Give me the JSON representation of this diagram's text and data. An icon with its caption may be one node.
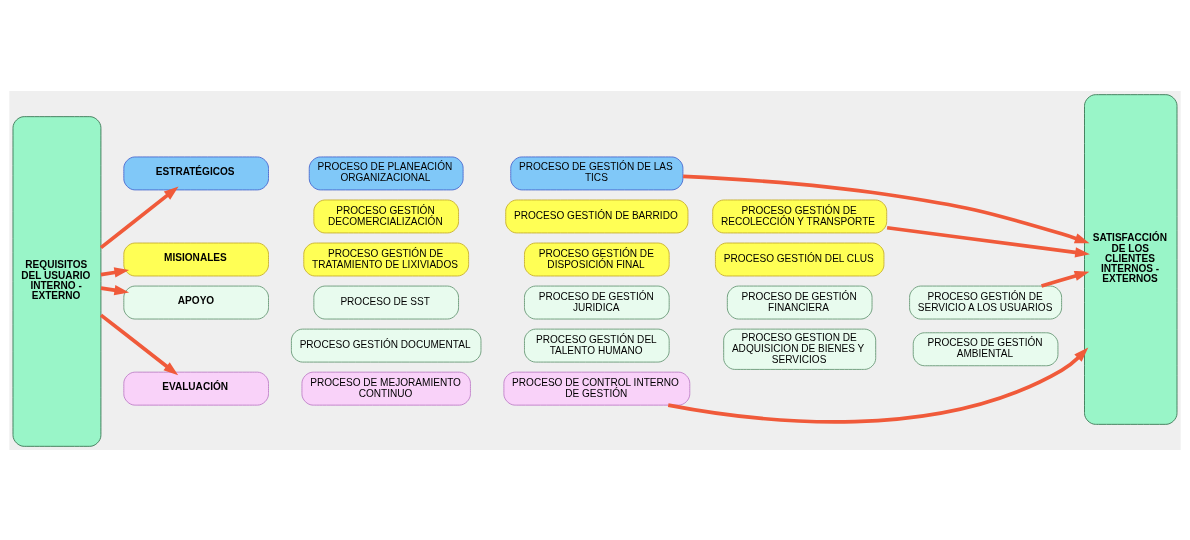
{
  "diagram": {
    "nodes": [
      {
        "text": [
          "REQUISITOS DEL USUARIO INTERNO - EXTERNO"
        ]
      },
      {
        "text": [
          "ESTRATÉGICOS"
        ]
      },
      {
        "text": [
          "PROCESO DE PLANEACIÓN ORGANIZACIONAL"
        ]
      },
      {
        "text": [
          "PROCESO DE GESTIÓN DE LAS TICS"
        ]
      },
      {
        "text": [
          "MISIONALES"
        ]
      },
      {
        "text": [
          "PROCESO GESTIÓN DECOMERCIALIZACIÓN"
        ]
      },
      {
        "text": [
          "PROCESO GESTIÓN DE BARRIDO"
        ]
      },
      {
        "text": [
          "PROCESO GESTIÓN DE RECOLECCIÓN Y TRANSPORTE"
        ]
      },
      {
        "text": [
          "PROCESO GESTIÓN DE TRATAMIENTO DE LIXIVIADOS"
        ]
      },
      {
        "text": [
          "PROCESO GESTIÓN DE DISPOSICIÓN FINAL"
        ]
      },
      {
        "text": [
          "PROCESO GESTIÓN DEL CLUS"
        ]
      },
      {
        "text": [
          "APOYO"
        ]
      },
      {
        "text": [
          "PROCESO DE SST"
        ]
      },
      {
        "text": [
          "PROCESO DE GESTIÓN JURIDICA"
        ]
      },
      {
        "text": [
          "PROCESO DE GESTIÓN FINANCIERA"
        ]
      },
      {
        "text": [
          "PROCESO GESTIÓN DE SERVICIO A LOS USUARIOS"
        ]
      },
      {
        "text": [
          "PROCESO GESTIÓN DOCUMENTAL"
        ]
      },
      {
        "text": [
          "PROCESO GESTIÓN DEL TALENTO HUMANO"
        ]
      },
      {
        "text": [
          "PROCESO GESTION DE ADQUISICION DE BIENES Y SERVICIOS"
        ]
      },
      {
        "text": [
          "PROCESO DE GESTIÓN AMBIENTAL"
        ]
      },
      {
        "text": [
          "EVALUACIÓN"
        ]
      },
      {
        "text": [
          "PROCESO DE MEJORAMIENTO CONTINUO"
        ]
      },
      {
        "text": [
          "PROCESO DE CONTROL INTERNO DE GESTIÓN"
        ]
      },
      {
        "text": [
          "SATISFACCIÓN DE LOS CLIENTES INTERNOS - EXTERNOS"
        ]
      }
    ],
    "edges": [
      {
        "from": 0,
        "to": 1,
        "arrow": "to"
      },
      {
        "from": 0,
        "to": 4,
        "arrow": "to"
      },
      {
        "from": 0,
        "to": 11,
        "arrow": "to"
      },
      {
        "from": 0,
        "to": 20,
        "arrow": "to"
      },
      {
        "from": 3,
        "to": 23,
        "arrow": "to"
      },
      {
        "from": 7,
        "to": 23,
        "arrow": "to"
      },
      {
        "from": 15,
        "to": 23,
        "arrow": "to"
      },
      {
        "from": 22,
        "to": 23,
        "arrow": "to"
      }
    ]
  }
}
